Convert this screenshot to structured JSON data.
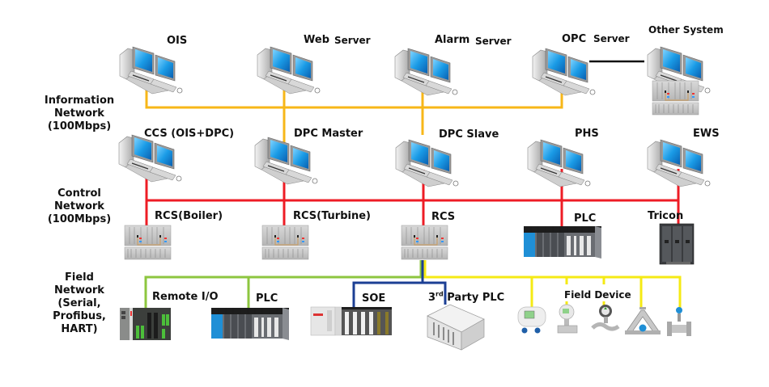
{
  "title": "DCS Network Architecture",
  "colors": {
    "information_network": "#f7b718",
    "control_network": "#ee1c25",
    "field_network_green": "#8dc63f",
    "field_network_yellow": "#f5ea14",
    "field_network_blue": "#1c3f94",
    "other_link": "#111111"
  },
  "networks": {
    "information": {
      "lines": [
        "Information",
        "Network",
        "(100Mbps)"
      ]
    },
    "control": {
      "lines": [
        "Control",
        "Network",
        "(100Mbps)"
      ]
    },
    "field": {
      "lines": [
        "Field",
        "Network",
        "(Serial,",
        "Profibus,",
        "HART)"
      ]
    }
  },
  "nodes": {
    "ois": {
      "label": "OIS",
      "icon": "workstation-icon"
    },
    "web_server": {
      "label_a": "Web",
      "label_b": "Server",
      "icon": "workstation-icon"
    },
    "alarm_server": {
      "label_a": "Alarm",
      "label_b": "Server",
      "icon": "workstation-icon"
    },
    "opc_server": {
      "label_a": "OPC",
      "label_b": "Server",
      "icon": "workstation-icon"
    },
    "other_system": {
      "label": "Other System",
      "icon": "workstation-icon"
    },
    "ccs": {
      "label": "CCS (OIS+DPC)",
      "icon": "workstation-icon"
    },
    "dpc_master": {
      "label": "DPC Master",
      "icon": "workstation-icon"
    },
    "dpc_slave": {
      "label": "DPC Slave",
      "icon": "workstation-icon"
    },
    "phs": {
      "label": "PHS",
      "icon": "workstation-icon"
    },
    "ews": {
      "label": "EWS",
      "icon": "workstation-icon"
    },
    "rcs_boiler": {
      "label": "RCS(Boiler)",
      "icon": "controller-rack-icon"
    },
    "rcs_turbine": {
      "label": "RCS(Turbine)",
      "icon": "controller-rack-icon"
    },
    "rcs": {
      "label": "RCS",
      "icon": "controller-rack-icon"
    },
    "plc_control": {
      "label": "PLC",
      "icon": "plc-icon"
    },
    "tricon": {
      "label": "Tricon",
      "icon": "tricon-icon"
    },
    "remote_io": {
      "label": "Remote I/O",
      "icon": "remote-io-icon"
    },
    "plc_field": {
      "label": "PLC",
      "icon": "plc-icon"
    },
    "soe": {
      "label": "SOE",
      "icon": "soe-module-icon"
    },
    "third_party_plc": {
      "label_num": "3",
      "label_sup": "rd",
      "label_rest": "Party PLC",
      "icon": "third-party-plc-icon"
    },
    "field_device": {
      "label": "Field Device"
    }
  },
  "field_devices": [
    {
      "name": "transmitter",
      "icon": "transmitter-icon"
    },
    {
      "name": "pressure-transmitter",
      "icon": "pressure-transmitter-icon"
    },
    {
      "name": "flow-meter",
      "icon": "flow-meter-icon"
    },
    {
      "name": "coriolis-meter",
      "icon": "coriolis-meter-icon"
    },
    {
      "name": "vortex-meter",
      "icon": "vortex-meter-icon"
    }
  ]
}
